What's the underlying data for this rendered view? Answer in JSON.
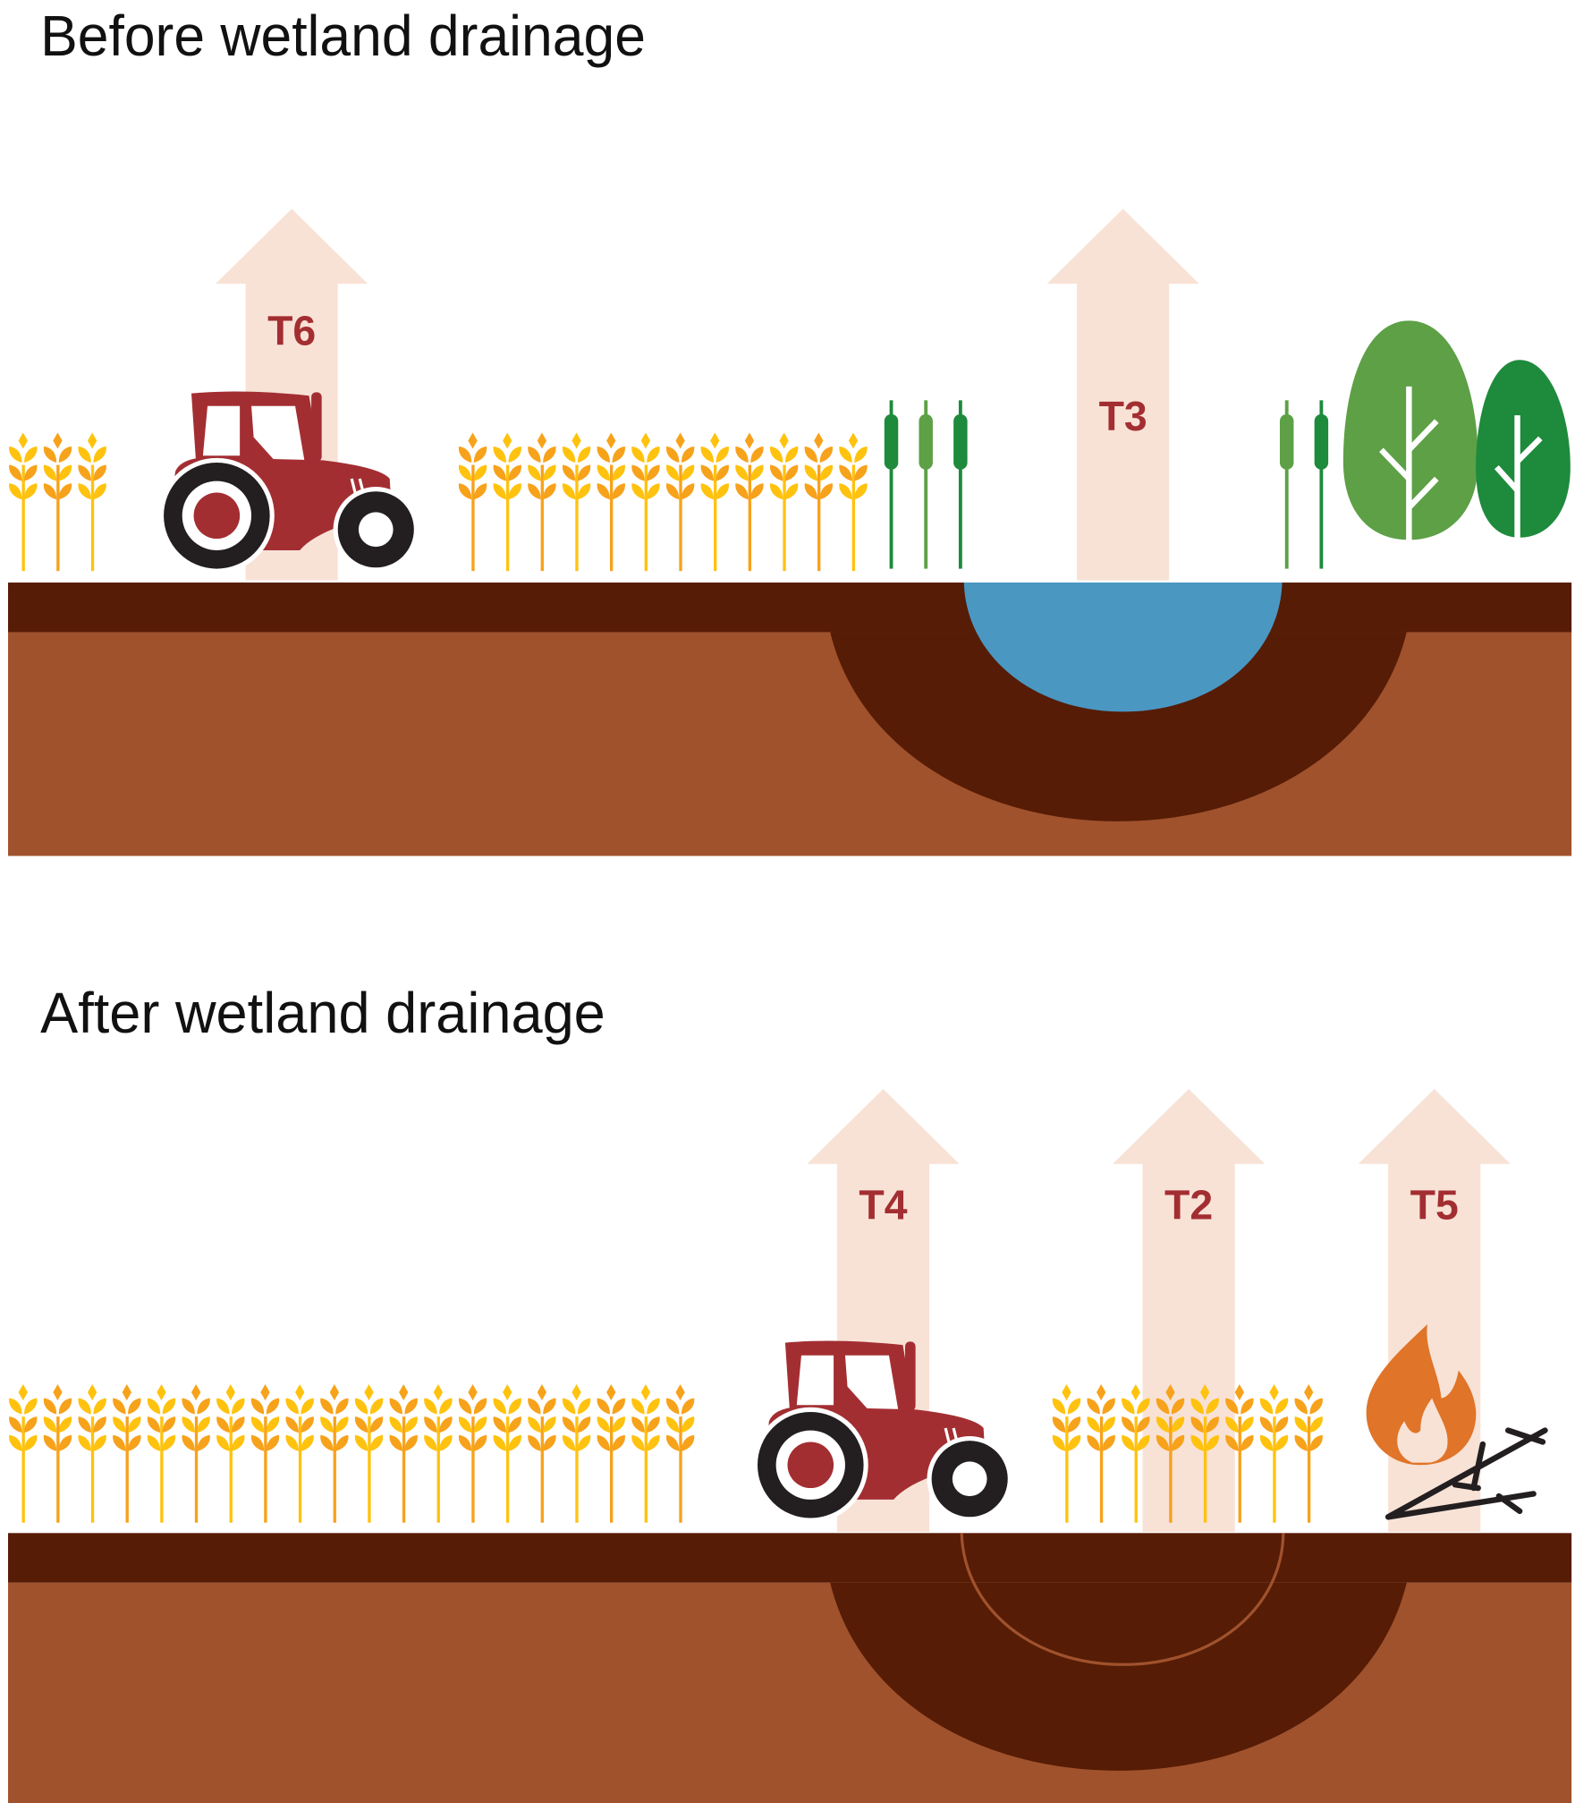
{
  "panels": [
    {
      "title": "Before wetland drainage",
      "emissions": [
        {
          "label": "T6"
        },
        {
          "label": "T3"
        }
      ]
    },
    {
      "title": "After wetland drainage",
      "emissions": [
        {
          "label": "T4"
        },
        {
          "label": "T2"
        },
        {
          "label": "T5"
        }
      ]
    }
  ],
  "colors": {
    "topsoil": "#561c05",
    "subsoil": "#a0522d",
    "water": "#4a97c2",
    "arrow": "#f8e2d6",
    "label": "#a32e32",
    "tractor": "#a32e32",
    "wheat_yellow": "#ffc20e",
    "wheat_orange": "#f7a21b",
    "reed_dark": "#1e8a3c",
    "reed_light": "#5da046",
    "fire": "#e07428"
  }
}
